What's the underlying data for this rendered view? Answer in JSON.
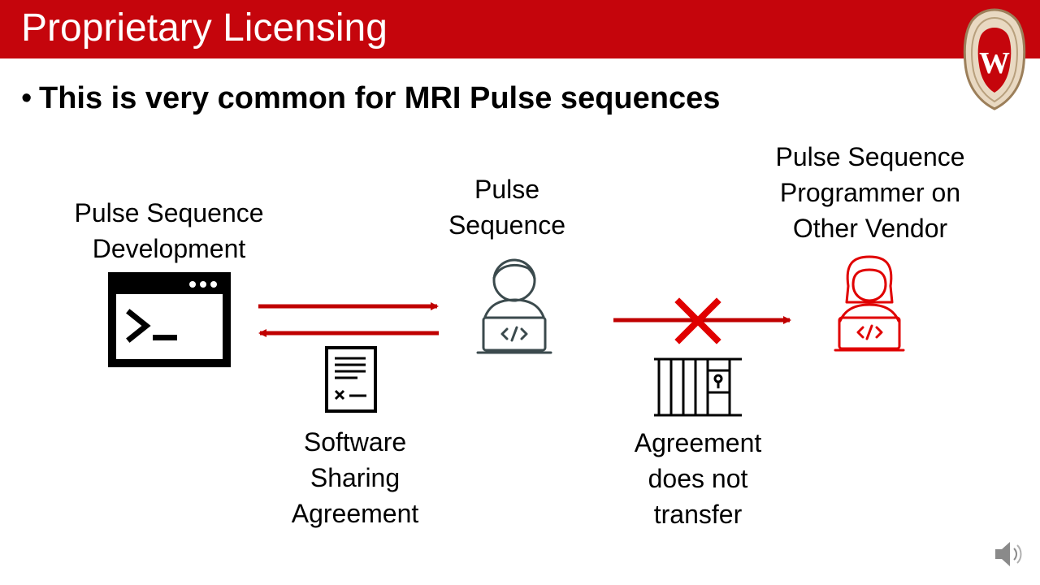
{
  "slide": {
    "title": "Proprietary Licensing",
    "bullet": "This is very common for MRI Pulse sequences"
  },
  "labels": {
    "development": [
      "Pulse Sequence",
      "Development"
    ],
    "pulse_sequence": [
      "Pulse",
      "Sequence"
    ],
    "programmer": [
      "Pulse Sequence",
      "Programmer on",
      "Other Vendor"
    ],
    "software_agreement": [
      "Software",
      "Sharing",
      "Agreement"
    ],
    "no_transfer": [
      "Agreement",
      "does not",
      "transfer"
    ]
  },
  "crest": {
    "letter": "W"
  },
  "colors": {
    "brand_red": "#c5050c",
    "arrow_red": "#c00000",
    "icon_dark": "#000000",
    "icon_gray": "#3b4a4d",
    "icon_red": "#e00000"
  },
  "icons": [
    "terminal-window-icon",
    "developer-icon",
    "contract-icon",
    "developer-red-icon",
    "x-mark-icon",
    "prison-icon",
    "speaker-icon"
  ]
}
